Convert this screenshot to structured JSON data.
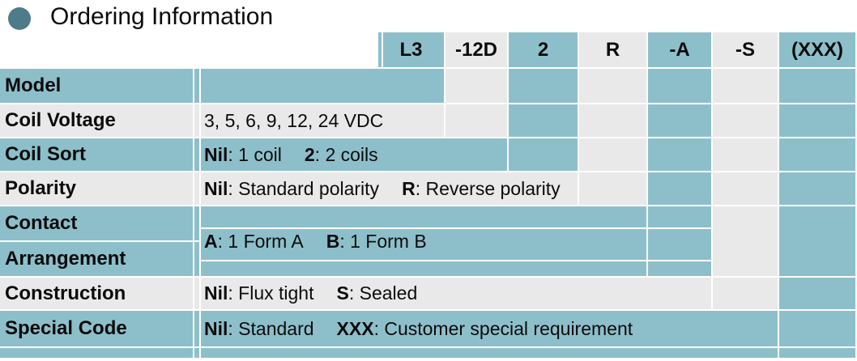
{
  "title": "Ordering Information",
  "colors": {
    "teal": "#8dbfcb",
    "gray": "#e9e9e9",
    "bullet": "#4e7b89",
    "text": "#0b0b0b"
  },
  "code_row": [
    "L3",
    "-12D",
    "2",
    "R",
    "-A",
    "-S",
    "(XXX)"
  ],
  "rows": [
    {
      "label": "Model"
    },
    {
      "label": "Coil Voltage",
      "content": [
        {
          "code": "",
          "desc": "3, 5, 6, 9, 12, 24 VDC"
        }
      ]
    },
    {
      "label": "Coil Sort",
      "content": [
        {
          "code": "Nil",
          "desc": ": 1 coil"
        },
        {
          "code": "2",
          "desc": ": 2 coils"
        }
      ]
    },
    {
      "label": "Polarity",
      "content": [
        {
          "code": "Nil",
          "desc": ": Standard polarity"
        },
        {
          "code": "R",
          "desc": ": Reverse polarity"
        }
      ]
    },
    {
      "label": "Contact",
      "label2": "Arrangement",
      "content": [
        {
          "code": "A",
          "desc": ": 1 Form A"
        },
        {
          "code": "B",
          "desc": ": 1 Form B"
        }
      ]
    },
    {
      "label": "Construction",
      "content": [
        {
          "code": "Nil",
          "desc": ": Flux tight"
        },
        {
          "code": "S",
          "desc": ": Sealed"
        }
      ]
    },
    {
      "label": "Special Code",
      "content": [
        {
          "code": "Nil",
          "desc": ": Standard"
        },
        {
          "code": "XXX",
          "desc": ": Customer special requirement"
        }
      ]
    }
  ]
}
